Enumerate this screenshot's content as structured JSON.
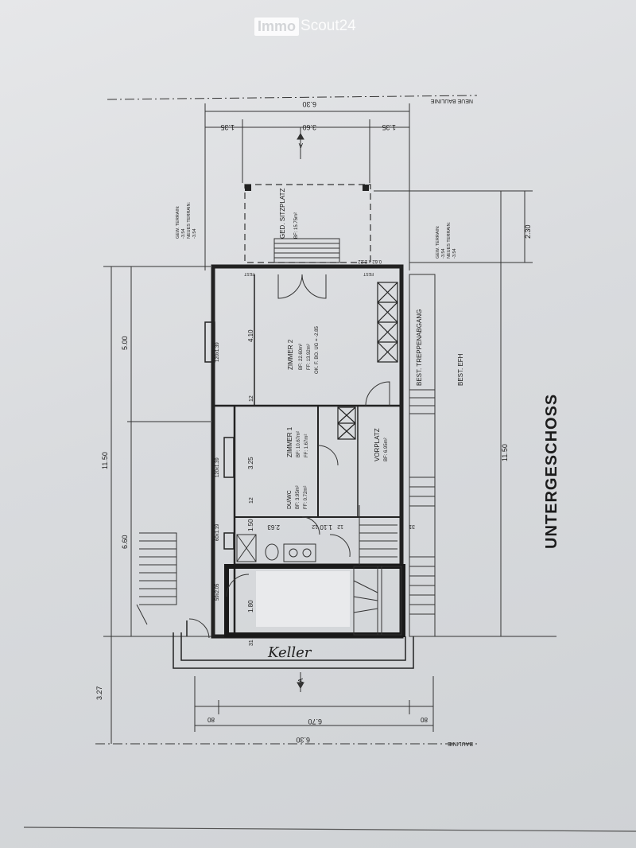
{
  "watermark": {
    "brand_box": "Immo",
    "brand_text": "Scout24"
  },
  "plan": {
    "title": "UNTERGESCHOSS",
    "handwritten_label": "Keller",
    "rooms": {
      "zimmer2": {
        "name": "ZIMMER 2",
        "bf": "BF: 22.60m²",
        "ff": "FF: 13.92m²",
        "ok": "OK. F. BO. UG = -2.85"
      },
      "zimmer1": {
        "name": "ZIMMER 1",
        "bf": "BF: 10.67m²",
        "ff": "FF: 1.67m²"
      },
      "duwc": {
        "name": "DU/WC",
        "bf": "BF: 3.95m²",
        "ff": "FF: 0.72m²"
      },
      "vorplatz": {
        "name": "VORPLATZ",
        "bf": "BF: 6.95m²"
      },
      "sitzplatz": {
        "name": "GED. SITZPLATZ",
        "bf": "BF: 15.75m²"
      },
      "treppe": {
        "name": "BEST. TREPPENABGANG"
      },
      "efh": {
        "name": "BEST. EFH"
      }
    },
    "terrain_left": {
      "line1": "GEW. TERRAIN:",
      "line2": "-3.54",
      "line3": "NEUES TERRAIN:",
      "line4": "-3.54"
    },
    "terrain_right": {
      "line1": "GEW. TERRAIN:",
      "line2": "-3.54",
      "line3": "NEUES TERRAIN:",
      "line4": "-3.54"
    },
    "labels": {
      "neue_baulinie": "NEUE BAULINIE",
      "baulinie": "BAULINIE",
      "fest": "FEST",
      "section_mark": "A"
    },
    "dimensions": {
      "top_total": "6.30",
      "top_left": "1.35",
      "top_mid": "3.60",
      "top_right": "1.35",
      "bottom_total": "6.30",
      "bottom_mid": "6.70",
      "bottom_left": "80",
      "bottom_right": "80",
      "left_500": "5.00",
      "left_1150": "11.50",
      "left_660": "6.60",
      "left_327": "3.27",
      "right_1150": "11.50",
      "right_230": "2.30",
      "inner_410": "4.10",
      "inner_325": "3.25",
      "inner_150": "1.50",
      "inner_180": "1.80",
      "inner_12a": "12",
      "inner_12b": "12",
      "inner_31": "31",
      "win1": "120x1.39",
      "win2": "120x1.39",
      "win3": "60x1.19",
      "door1": "59x2.05",
      "dim_263": "2.63",
      "dim_110": "1.10",
      "dim_12c": "12",
      "dim_12d": "12",
      "dim_31b": "31",
      "sitz_dim": "0.62 x 2.22"
    }
  }
}
